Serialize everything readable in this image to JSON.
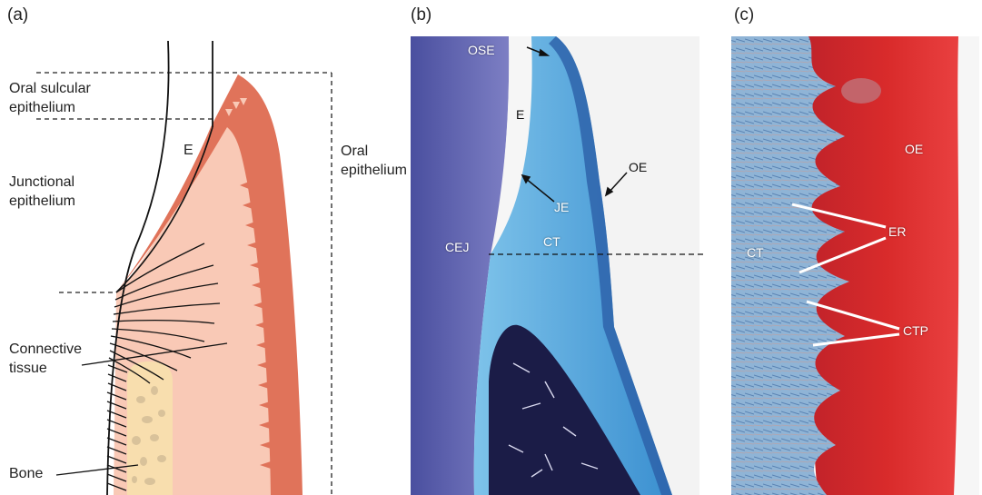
{
  "panels": {
    "a": {
      "label": "(a)",
      "labels": {
        "oral_sulcular": "Oral sulcular\nepithelium",
        "junctional": "Junctional\nepithelium",
        "connective": "Connective\ntissue",
        "bone": "Bone",
        "oral_epithelium": "Oral\nepithelium",
        "enamel": "E"
      }
    },
    "b": {
      "label": "(b)",
      "labels": {
        "ose": "OSE",
        "e": "E",
        "oe": "OE",
        "je": "JE",
        "cej": "CEJ",
        "ct": "CT"
      }
    },
    "c": {
      "label": "(c)",
      "labels": {
        "oe": "OE",
        "er": "ER",
        "ct": "CT",
        "ctp": "CTP"
      }
    }
  },
  "colors": {
    "oral_epithelium": "#e0735a",
    "connective_tissue": "#f9c9b6",
    "bone": "#f8deae",
    "stain_blue": "#4a9fd6",
    "stain_red": "#d92b2b"
  }
}
